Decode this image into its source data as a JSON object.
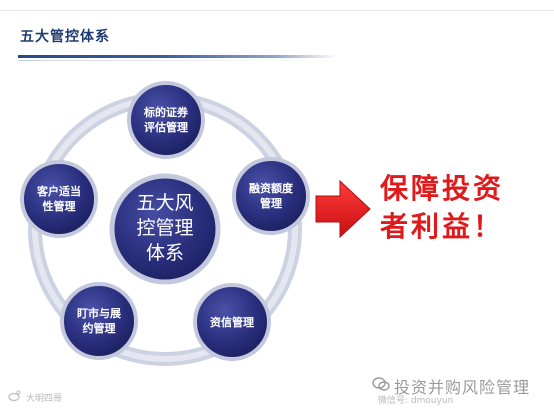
{
  "header": {
    "title": "五大管控体系"
  },
  "diagram": {
    "center": {
      "line1": "五大风",
      "line2": "控管理",
      "line3": "体系"
    },
    "nodes": [
      {
        "line1": "标的证券",
        "line2": "评估管理"
      },
      {
        "line1": "融资额度",
        "line2": "管理"
      },
      {
        "line1": "资信管理",
        "line2": ""
      },
      {
        "line1": "盯市与展",
        "line2": "约管理"
      },
      {
        "line1": "客户适当",
        "line2": "性管理"
      }
    ],
    "result": {
      "line1": "保障投资",
      "line2": "者利益！"
    },
    "colors": {
      "node": "#2a2f7e",
      "ring": "#c8cde0",
      "arrow": "#e0191b"
    }
  },
  "watermarks": {
    "bottom_right": "投资并购风险管理",
    "bottom_right_faint": "微信号: dmouyun",
    "bottom_left": "大明四哥"
  }
}
